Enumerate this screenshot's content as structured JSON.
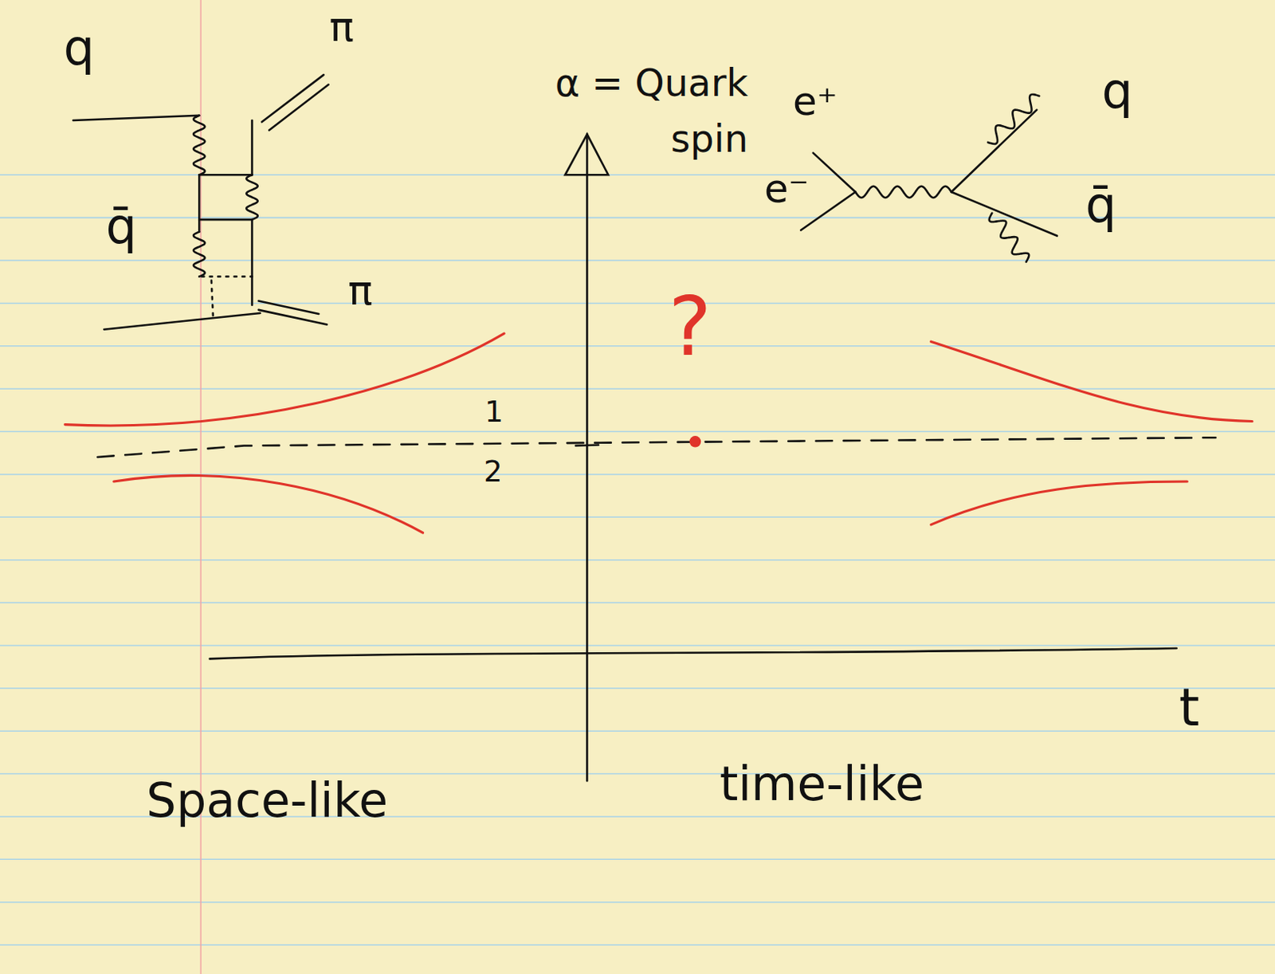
{
  "diagram": {
    "labels": [
      "q",
      "π",
      "α = Quark spin",
      "e⁺",
      "e⁻",
      "q",
      "q̄",
      "q̄",
      "π",
      "?",
      "1",
      "2",
      "t",
      "Space-like",
      "time-like"
    ]
  }
}
